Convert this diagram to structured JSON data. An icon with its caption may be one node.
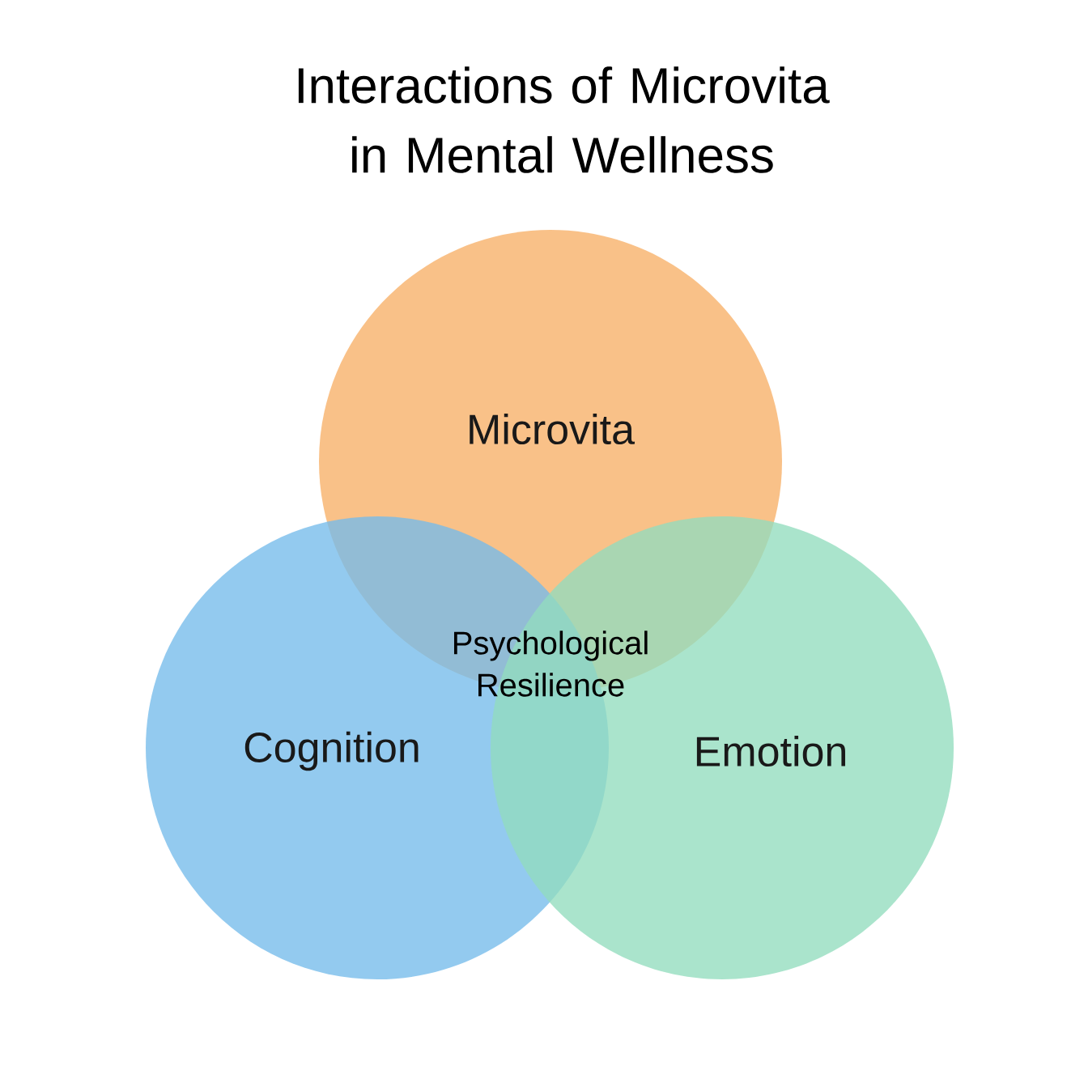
{
  "diagram": {
    "title": "Interactions of Microvita in Mental Wellness",
    "nodes": [
      {
        "text": [
          "Microvita"
        ]
      },
      {
        "text": [
          "Cognition"
        ]
      },
      {
        "text": [
          "Emotion"
        ]
      }
    ],
    "labels": [
      "Psychological Resilience"
    ]
  }
}
